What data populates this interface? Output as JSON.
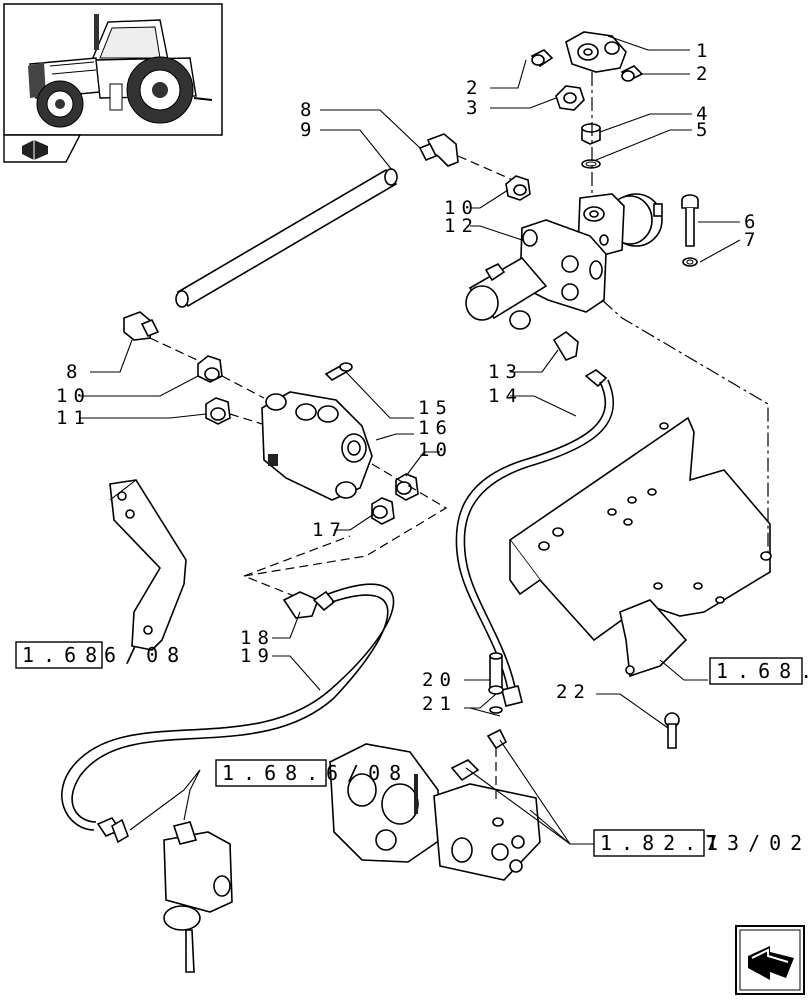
{
  "callouts": [
    {
      "id": "c1",
      "text": "1"
    },
    {
      "id": "c2a",
      "text": "2"
    },
    {
      "id": "c2b",
      "text": "2"
    },
    {
      "id": "c3",
      "text": "3"
    },
    {
      "id": "c4",
      "text": "4"
    },
    {
      "id": "c5",
      "text": "5"
    },
    {
      "id": "c6",
      "text": "6"
    },
    {
      "id": "c7",
      "text": "7"
    },
    {
      "id": "c8a",
      "text": "8"
    },
    {
      "id": "c9",
      "text": "9"
    },
    {
      "id": "c10a",
      "text": "10"
    },
    {
      "id": "c12",
      "text": "12"
    },
    {
      "id": "c8b",
      "text": "8"
    },
    {
      "id": "c10b",
      "text": "10"
    },
    {
      "id": "c11",
      "text": "11"
    },
    {
      "id": "c13",
      "text": "13"
    },
    {
      "id": "c14",
      "text": "14"
    },
    {
      "id": "c15",
      "text": "15"
    },
    {
      "id": "c16",
      "text": "16"
    },
    {
      "id": "c10c",
      "text": "10"
    },
    {
      "id": "c17",
      "text": "17"
    },
    {
      "id": "c18",
      "text": "18"
    },
    {
      "id": "c19",
      "text": "19"
    },
    {
      "id": "c20",
      "text": "20"
    },
    {
      "id": "c21",
      "text": "21"
    },
    {
      "id": "c22",
      "text": "22"
    }
  ],
  "references": {
    "ref_left": {
      "boxed": "1.68",
      "rest": "6/08"
    },
    "ref_right_frame": {
      "boxed": "1.68.",
      "rest": ""
    },
    "ref_mid": {
      "boxed": "1.68.",
      "rest": "6/08"
    },
    "ref_valve": {
      "boxed": "1.82.7",
      "rest": "13/02"
    }
  },
  "icons": {
    "thumbnail": "tractor-thumbnail",
    "book": "open-book-icon",
    "nav": "next-page-arrow-icon"
  }
}
